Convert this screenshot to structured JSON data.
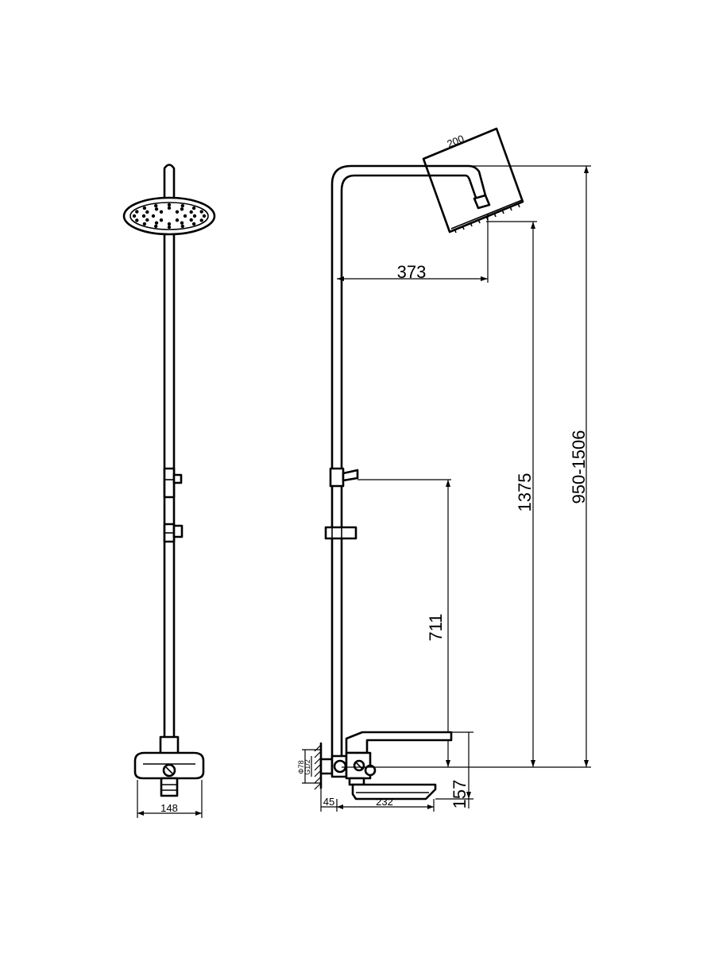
{
  "dimensions": {
    "head_diameter": "200",
    "arm_reach": "373",
    "total_height": "950-1506",
    "head_height": "1375",
    "holder_height": "711",
    "spout_height": "157",
    "spout_length": "232",
    "wall_offset": "45",
    "mixer_width": "148",
    "inlet_a": "G1/2",
    "inlet_b": "Φ78"
  }
}
